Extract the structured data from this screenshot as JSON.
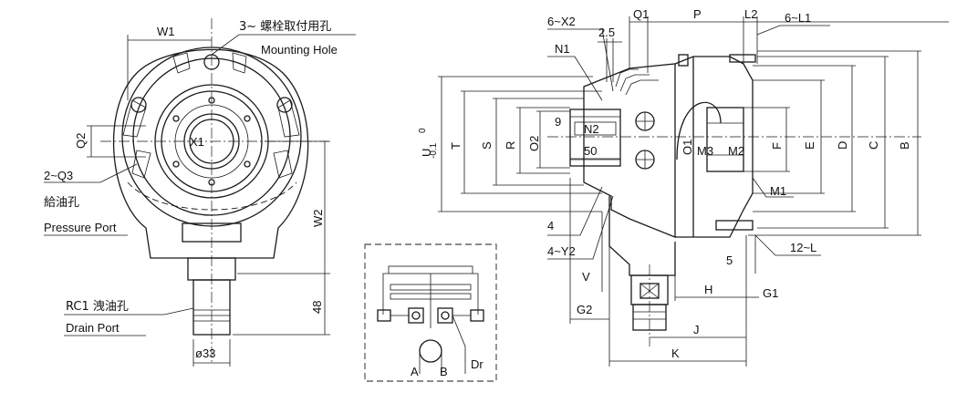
{
  "front_view": {
    "w1": "W1",
    "mounting_hole_cn": "3~ 螺栓取付用孔",
    "mounting_hole_en": "Mounting Hole",
    "q2": "Q2",
    "x1": "X1",
    "q3": "2~Q3",
    "pressure_port_cn": "給油孔",
    "pressure_port_en": "Pressure Port",
    "w2": "W2",
    "drain_cn": "RC1 洩油孔",
    "drain_en": "Drain Port",
    "d48": "48",
    "d33": "ø33"
  },
  "side_view": {
    "q1": "Q1",
    "p": "P",
    "l2": "L2",
    "x2": "6~X2",
    "l1": "6~L1",
    "d25": "2.5",
    "n1": "N1",
    "u": "U",
    "u_tol_top": "0",
    "u_tol_bot": "-0.1",
    "t": "T",
    "s": "S",
    "r": "R",
    "o2": "O2",
    "d9": "9",
    "n2": "N2",
    "d50": "50",
    "o1": "O1",
    "m3": "M3",
    "m2": "M2",
    "f": "F",
    "e": "E",
    "d": "D",
    "c": "C",
    "b": "B",
    "m1": "M1",
    "four": "4",
    "y2": "4~Y2",
    "five": "5",
    "l12": "12~L",
    "v": "V",
    "h": "H",
    "g1": "G1",
    "g2": "G2",
    "j": "J",
    "k": "K"
  },
  "schematic": {
    "a": "A",
    "b": "B",
    "dr": "Dr"
  }
}
